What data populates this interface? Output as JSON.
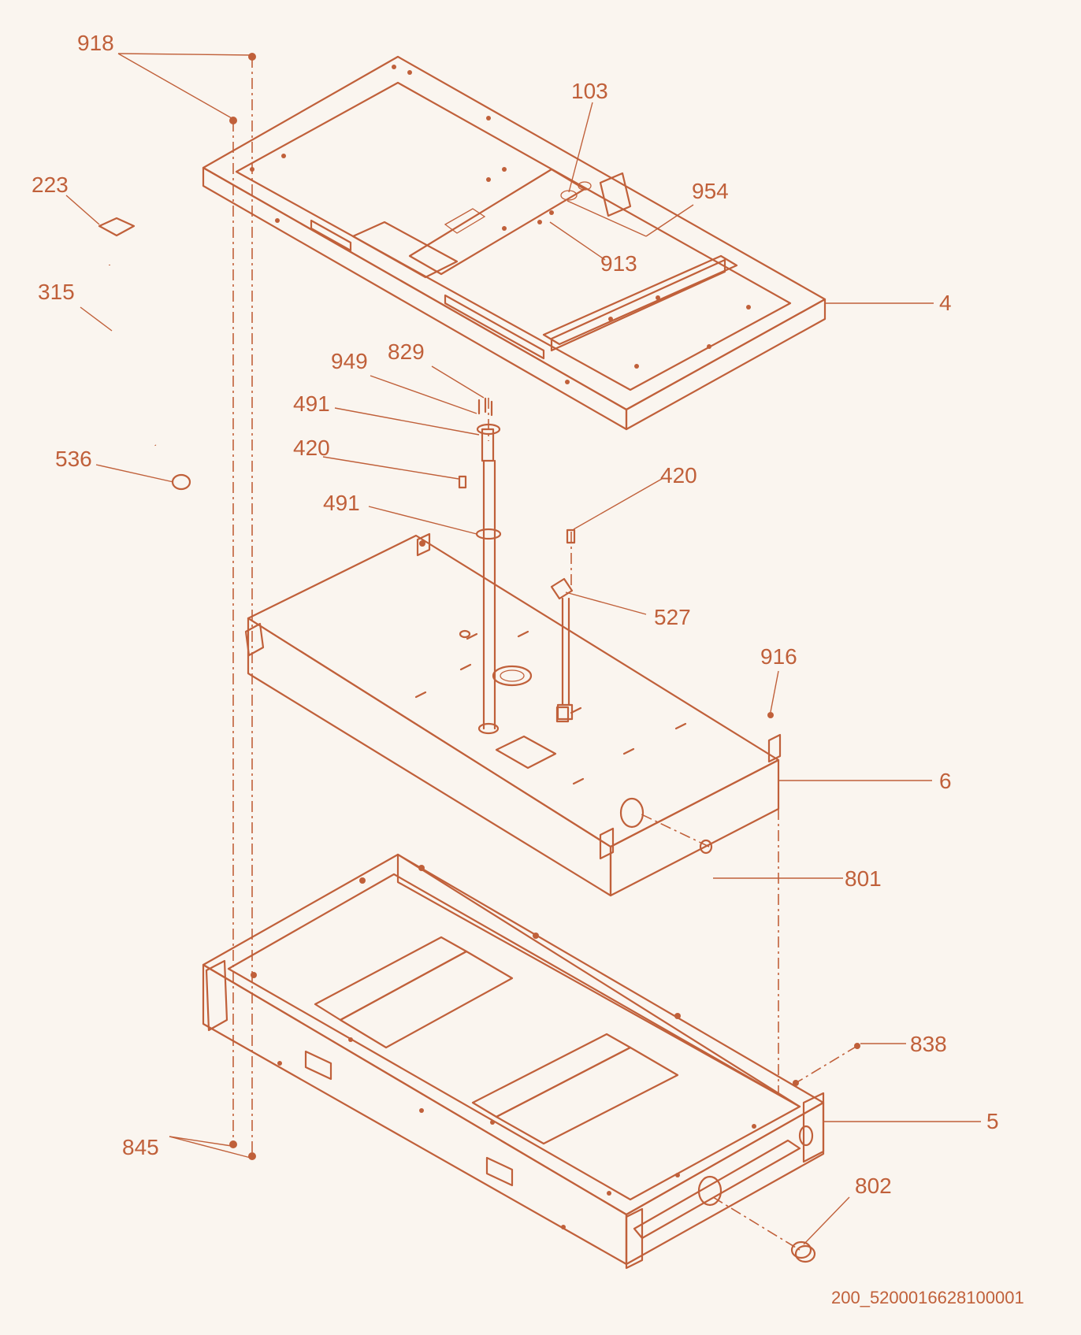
{
  "drawing_code": "200_5200016628100001",
  "callouts": [
    {
      "id": "918"
    },
    {
      "id": "223"
    },
    {
      "id": "315"
    },
    {
      "id": "536"
    },
    {
      "id": "103"
    },
    {
      "id": "954"
    },
    {
      "id": "913"
    },
    {
      "id": "4"
    },
    {
      "id": "949"
    },
    {
      "id": "829"
    },
    {
      "id": "491a",
      "text": "491"
    },
    {
      "id": "420a",
      "text": "420"
    },
    {
      "id": "491b",
      "text": "491"
    },
    {
      "id": "420b",
      "text": "420"
    },
    {
      "id": "527"
    },
    {
      "id": "916"
    },
    {
      "id": "6"
    },
    {
      "id": "801"
    },
    {
      "id": "838"
    },
    {
      "id": "5"
    },
    {
      "id": "845"
    },
    {
      "id": "802"
    }
  ],
  "labels": {
    "l918": "918",
    "l223": "223",
    "l315": "315",
    "l536": "536",
    "l103": "103",
    "l954": "954",
    "l913": "913",
    "l4": "4",
    "l949": "949",
    "l829": "829",
    "l491a": "491",
    "l420a": "420",
    "l491b": "491",
    "l420b": "420",
    "l527": "527",
    "l916": "916",
    "l6": "6",
    "l801": "801",
    "l838": "838",
    "l5": "5",
    "l845": "845",
    "l802": "802"
  }
}
